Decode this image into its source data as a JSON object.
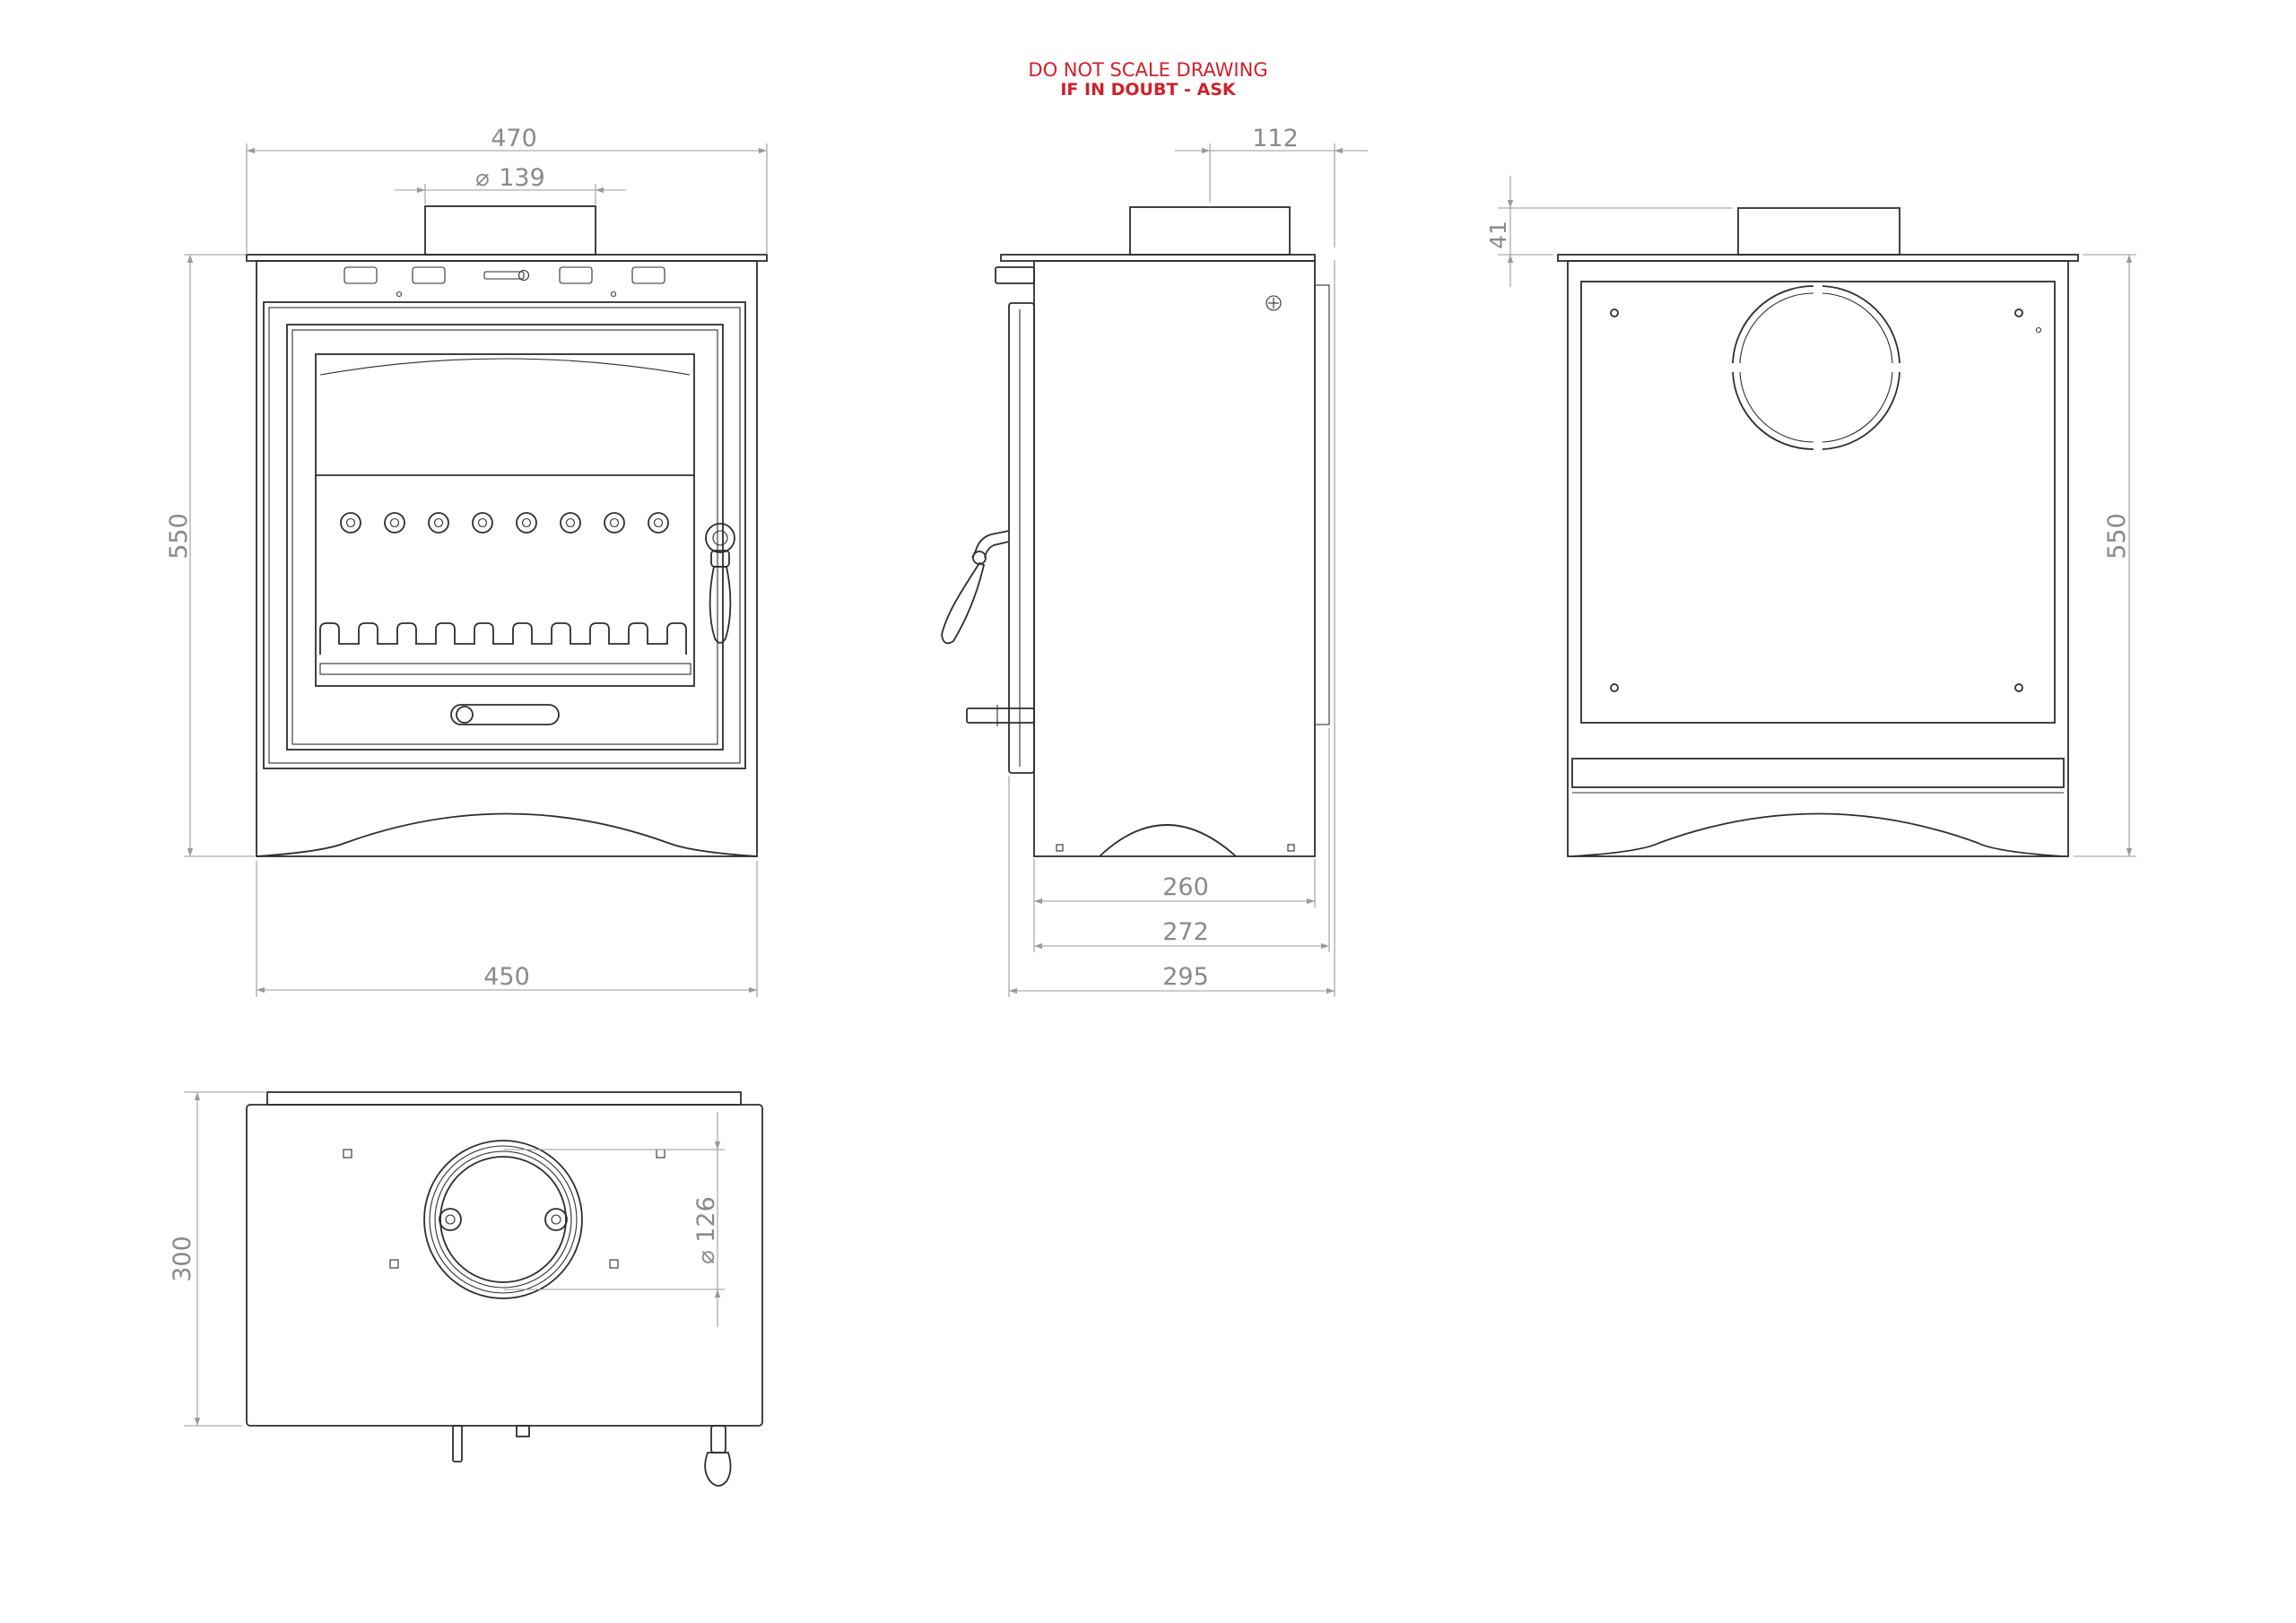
{
  "warning": {
    "line1": "DO NOT SCALE DRAWING",
    "line2": "IF IN DOUBT - ASK",
    "color": "#d0202a"
  },
  "dimensions": {
    "front_top_width": "470",
    "flue_collar_diameter": "139",
    "front_height": "550",
    "front_base_width": "450",
    "side_flue_offset": "112",
    "side_depth_body": "260",
    "side_depth_with_door": "272",
    "side_depth_overall": "295",
    "rear_collar_height": "41",
    "rear_height": "550",
    "plan_depth": "300",
    "plan_outlet_diameter": "126"
  },
  "symbols": {
    "diameter": "⌀"
  },
  "colors": {
    "line": "#2e2e2e",
    "dimension": "#9a9a9a",
    "dimension_text": "#8a8a8a"
  }
}
